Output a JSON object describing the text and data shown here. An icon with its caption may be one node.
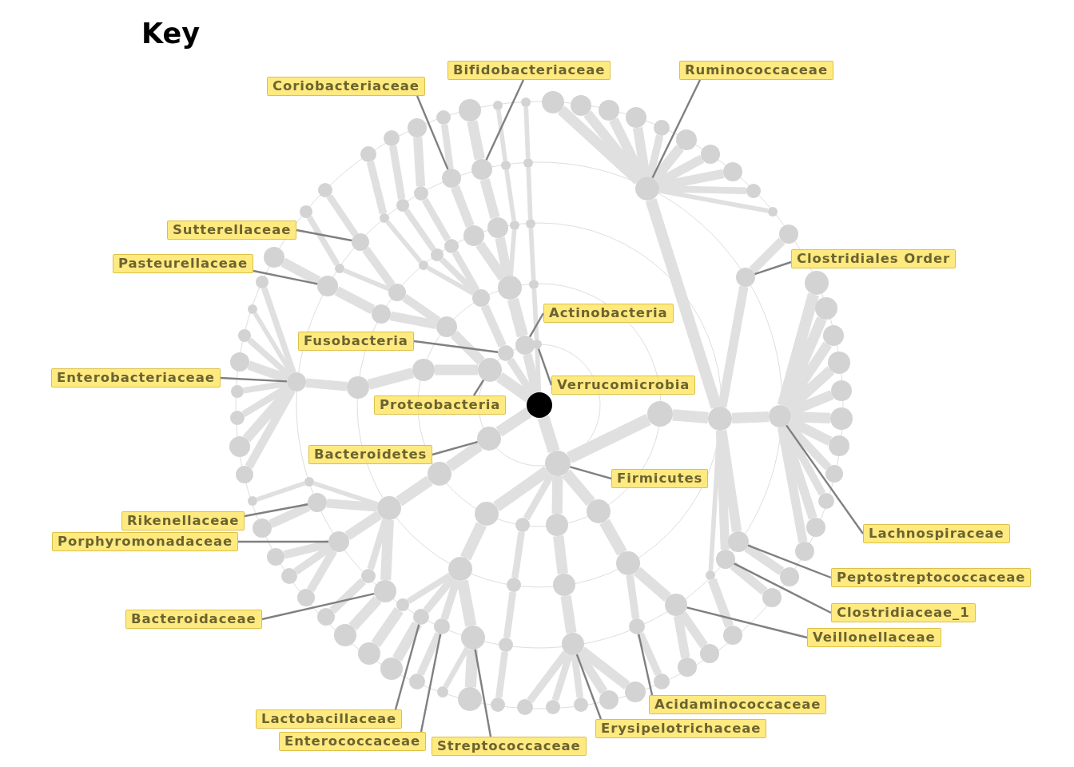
{
  "diagram": {
    "title": "Key",
    "nodes": [
      {
        "text": [],
        "shape": "circle"
      },
      {
        "text": [],
        "shape": "circle"
      },
      {
        "text": [],
        "shape": "circle"
      },
      {
        "text": [],
        "shape": "circle"
      },
      {
        "text": [],
        "shape": "circle"
      },
      {
        "text": [],
        "shape": "circle"
      },
      {
        "text": [],
        "shape": "circle"
      },
      {
        "text": [],
        "shape": "circle"
      },
      {
        "text": [],
        "shape": "circle"
      },
      {
        "text": [],
        "shape": "circle"
      },
      {
        "text": [],
        "shape": "circle"
      },
      {
        "text": [],
        "shape": "circle"
      },
      {
        "text": [],
        "shape": "circle"
      },
      {
        "text": [],
        "shape": "circle"
      },
      {
        "text": [],
        "shape": "circle"
      },
      {
        "text": [],
        "shape": "circle"
      },
      {
        "text": [],
        "shape": "circle"
      },
      {
        "text": [],
        "shape": "circle"
      },
      {
        "text": [],
        "shape": "circle"
      },
      {
        "text": [],
        "shape": "circle"
      },
      {
        "text": [],
        "shape": "circle"
      },
      {
        "text": [],
        "shape": "circle"
      },
      {
        "text": [],
        "shape": "circle"
      },
      {
        "text": [],
        "shape": "circle"
      },
      {
        "text": [],
        "shape": "circle"
      },
      {
        "text": [],
        "shape": "circle"
      },
      {
        "text": [],
        "shape": "circle"
      },
      {
        "text": [],
        "shape": "circle"
      },
      {
        "text": [],
        "shape": "circle"
      },
      {
        "text": [],
        "shape": "circle"
      },
      {
        "text": [],
        "shape": "circle"
      },
      {
        "text": [],
        "shape": "circle"
      },
      {
        "text": [],
        "shape": "circle"
      },
      {
        "text": [],
        "shape": "circle"
      },
      {
        "text": [],
        "shape": "circle"
      },
      {
        "text": [],
        "shape": "circle"
      },
      {
        "text": [],
        "shape": "circle"
      },
      {
        "text": [],
        "shape": "circle"
      },
      {
        "text": [],
        "shape": "circle"
      },
      {
        "text": [],
        "shape": "circle"
      },
      {
        "text": [],
        "shape": "circle"
      },
      {
        "text": [],
        "shape": "circle"
      },
      {
        "text": [],
        "shape": "circle"
      },
      {
        "text": [],
        "shape": "circle"
      },
      {
        "text": [],
        "shape": "circle"
      },
      {
        "text": [],
        "shape": "circle"
      },
      {
        "text": [],
        "shape": "circle"
      },
      {
        "text": [],
        "shape": "circle"
      },
      {
        "text": [],
        "shape": "circle"
      },
      {
        "text": [],
        "shape": "circle"
      },
      {
        "text": [],
        "shape": "circle"
      },
      {
        "text": [],
        "shape": "circle"
      },
      {
        "text": [],
        "shape": "circle"
      },
      {
        "text": [],
        "shape": "circle"
      },
      {
        "text": [],
        "shape": "circle"
      },
      {
        "text": [],
        "shape": "circle"
      },
      {
        "text": [],
        "shape": "circle"
      },
      {
        "text": [],
        "shape": "circle"
      },
      {
        "text": [],
        "shape": "circle"
      },
      {
        "text": [],
        "shape": "circle"
      },
      {
        "text": [],
        "shape": "circle"
      },
      {
        "text": [],
        "shape": "circle"
      },
      {
        "text": [],
        "shape": "circle"
      },
      {
        "text": [],
        "shape": "circle"
      },
      {
        "text": [],
        "shape": "circle"
      },
      {
        "text": [],
        "shape": "circle"
      },
      {
        "text": [],
        "shape": "circle"
      },
      {
        "text": [],
        "shape": "circle"
      },
      {
        "text": [],
        "shape": "circle"
      },
      {
        "text": [],
        "shape": "circle"
      },
      {
        "text": [],
        "shape": "circle"
      },
      {
        "text": [],
        "shape": "circle"
      },
      {
        "text": [],
        "shape": "circle"
      },
      {
        "text": [],
        "shape": "circle"
      },
      {
        "text": [],
        "shape": "circle"
      },
      {
        "text": [],
        "shape": "circle"
      },
      {
        "text": [],
        "shape": "circle"
      },
      {
        "text": [],
        "shape": "circle"
      },
      {
        "text": [],
        "shape": "circle"
      },
      {
        "text": [],
        "shape": "circle"
      },
      {
        "text": [],
        "shape": "circle"
      },
      {
        "text": [],
        "shape": "circle"
      },
      {
        "text": [],
        "shape": "circle"
      },
      {
        "text": [],
        "shape": "circle"
      },
      {
        "text": [],
        "shape": "circle"
      },
      {
        "text": [],
        "shape": "circle"
      },
      {
        "text": [],
        "shape": "circle"
      },
      {
        "text": [],
        "shape": "circle"
      },
      {
        "text": [],
        "shape": "circle"
      },
      {
        "text": [],
        "shape": "circle"
      },
      {
        "text": [],
        "shape": "circle"
      },
      {
        "text": [],
        "shape": "circle"
      },
      {
        "text": [],
        "shape": "circle"
      },
      {
        "text": [],
        "shape": "circle"
      },
      {
        "text": [],
        "shape": "circle"
      },
      {
        "text": [],
        "shape": "circle"
      },
      {
        "text": [],
        "shape": "circle"
      },
      {
        "text": [],
        "shape": "circle"
      },
      {
        "text": [],
        "shape": "circle"
      },
      {
        "text": [],
        "shape": "circle"
      },
      {
        "text": [],
        "shape": "circle"
      },
      {
        "text": [],
        "shape": "circle"
      },
      {
        "text": [],
        "shape": "circle"
      },
      {
        "text": [],
        "shape": "circle"
      },
      {
        "text": [],
        "shape": "circle"
      },
      {
        "text": [],
        "shape": "circle"
      },
      {
        "text": [],
        "shape": "circle"
      },
      {
        "text": [],
        "shape": "circle"
      },
      {
        "text": [],
        "shape": "circle"
      },
      {
        "text": [],
        "shape": "circle"
      },
      {
        "text": [],
        "shape": "circle"
      },
      {
        "text": [],
        "shape": "circle"
      },
      {
        "text": [],
        "shape": "circle"
      },
      {
        "text": [],
        "shape": "circle"
      },
      {
        "text": [],
        "shape": "circle"
      },
      {
        "text": [],
        "shape": "circle"
      },
      {
        "text": [],
        "shape": "circle"
      },
      {
        "text": [],
        "shape": "circle"
      },
      {
        "text": [],
        "shape": "circle"
      },
      {
        "text": [],
        "shape": "circle"
      },
      {
        "text": [],
        "shape": "circle"
      },
      {
        "text": [],
        "shape": "circle"
      },
      {
        "text": [],
        "shape": "circle"
      },
      {
        "text": [],
        "shape": "circle"
      },
      {
        "text": [],
        "shape": "circle"
      },
      {
        "text": [],
        "shape": "circle"
      },
      {
        "text": [],
        "shape": "circle"
      },
      {
        "text": [],
        "shape": "circle"
      },
      {
        "text": [
          "Bifidobacteriaceae"
        ]
      },
      {
        "text": [
          "Coriobacteriaceae"
        ]
      },
      {
        "text": [
          "Ruminococcaceae"
        ]
      },
      {
        "text": [
          "Sutterellaceae"
        ]
      },
      {
        "text": [
          "Clostridiales Order"
        ]
      },
      {
        "text": [
          "Pasteurellaceae"
        ]
      },
      {
        "text": [
          "Actinobacteria"
        ]
      },
      {
        "text": [
          "Verrucomicrobia"
        ]
      },
      {
        "text": [
          "Fusobacteria"
        ]
      },
      {
        "text": [
          "Proteobacteria"
        ]
      },
      {
        "text": [
          "Enterobacteriaceae"
        ]
      },
      {
        "text": [
          "Lachnospiraceae"
        ]
      },
      {
        "text": [
          "Bacteroidetes"
        ]
      },
      {
        "text": [
          "Firmicutes"
        ]
      },
      {
        "text": [
          "Rikenellaceae"
        ]
      },
      {
        "text": [
          "Peptostreptococcaceae"
        ]
      },
      {
        "text": [
          "Porphyromonadaceae"
        ]
      },
      {
        "text": [
          "Clostridiaceae_1"
        ]
      },
      {
        "text": [
          "Bacteroidaceae"
        ]
      },
      {
        "text": [
          "Veillonellaceae"
        ]
      },
      {
        "text": [
          "Lactobacillaceae"
        ]
      },
      {
        "text": [
          "Acidaminococcaceae"
        ]
      },
      {
        "text": [
          "Enterococcaceae"
        ]
      },
      {
        "text": [
          "Erysipelotrichaceae"
        ]
      },
      {
        "text": [
          "Streptococcaceae"
        ]
      }
    ],
    "edges": [
      {
        "from": 0,
        "to": 1,
        "arrow": "none"
      },
      {
        "from": 1,
        "to": 2,
        "arrow": "none"
      },
      {
        "from": 2,
        "to": 3,
        "arrow": "none"
      },
      {
        "from": 3,
        "to": 4,
        "arrow": "none"
      },
      {
        "from": 4,
        "to": 5,
        "arrow": "none"
      },
      {
        "from": 4,
        "to": 6,
        "arrow": "none"
      },
      {
        "from": 4,
        "to": 7,
        "arrow": "none"
      },
      {
        "from": 4,
        "to": 8,
        "arrow": "none"
      },
      {
        "from": 4,
        "to": 9,
        "arrow": "none"
      },
      {
        "from": 4,
        "to": 10,
        "arrow": "none"
      },
      {
        "from": 4,
        "to": 11,
        "arrow": "none"
      },
      {
        "from": 4,
        "to": 12,
        "arrow": "none"
      },
      {
        "from": 4,
        "to": 13,
        "arrow": "none"
      },
      {
        "from": 4,
        "to": 14,
        "arrow": "none"
      },
      {
        "from": 3,
        "to": 15,
        "arrow": "none"
      },
      {
        "from": 15,
        "to": 16,
        "arrow": "none"
      },
      {
        "from": 3,
        "to": 17,
        "arrow": "none"
      },
      {
        "from": 17,
        "to": 18,
        "arrow": "none"
      },
      {
        "from": 17,
        "to": 19,
        "arrow": "none"
      },
      {
        "from": 17,
        "to": 20,
        "arrow": "none"
      },
      {
        "from": 17,
        "to": 21,
        "arrow": "none"
      },
      {
        "from": 17,
        "to": 22,
        "arrow": "none"
      },
      {
        "from": 17,
        "to": 23,
        "arrow": "none"
      },
      {
        "from": 17,
        "to": 24,
        "arrow": "none"
      },
      {
        "from": 17,
        "to": 25,
        "arrow": "none"
      },
      {
        "from": 17,
        "to": 26,
        "arrow": "none"
      },
      {
        "from": 17,
        "to": 27,
        "arrow": "none"
      },
      {
        "from": 17,
        "to": 28,
        "arrow": "none"
      },
      {
        "from": 3,
        "to": 29,
        "arrow": "none"
      },
      {
        "from": 29,
        "to": 30,
        "arrow": "none"
      },
      {
        "from": 3,
        "to": 31,
        "arrow": "none"
      },
      {
        "from": 31,
        "to": 32,
        "arrow": "none"
      },
      {
        "from": 3,
        "to": 33,
        "arrow": "none"
      },
      {
        "from": 33,
        "to": 34,
        "arrow": "none"
      },
      {
        "from": 1,
        "to": 35,
        "arrow": "none"
      },
      {
        "from": 35,
        "to": 36,
        "arrow": "none"
      },
      {
        "from": 36,
        "to": 37,
        "arrow": "none"
      },
      {
        "from": 37,
        "to": 38,
        "arrow": "none"
      },
      {
        "from": 37,
        "to": 39,
        "arrow": "none"
      },
      {
        "from": 36,
        "to": 40,
        "arrow": "none"
      },
      {
        "from": 40,
        "to": 41,
        "arrow": "none"
      },
      {
        "from": 1,
        "to": 42,
        "arrow": "none"
      },
      {
        "from": 42,
        "to": 43,
        "arrow": "none"
      },
      {
        "from": 43,
        "to": 44,
        "arrow": "none"
      },
      {
        "from": 44,
        "to": 45,
        "arrow": "none"
      },
      {
        "from": 44,
        "to": 46,
        "arrow": "none"
      },
      {
        "from": 44,
        "to": 47,
        "arrow": "none"
      },
      {
        "from": 44,
        "to": 48,
        "arrow": "none"
      },
      {
        "from": 44,
        "to": 49,
        "arrow": "none"
      },
      {
        "from": 1,
        "to": 50,
        "arrow": "none"
      },
      {
        "from": 50,
        "to": 51,
        "arrow": "none"
      },
      {
        "from": 51,
        "to": 52,
        "arrow": "none"
      },
      {
        "from": 52,
        "to": 53,
        "arrow": "none"
      },
      {
        "from": 1,
        "to": 54,
        "arrow": "none"
      },
      {
        "from": 54,
        "to": 55,
        "arrow": "none"
      },
      {
        "from": 55,
        "to": 56,
        "arrow": "none"
      },
      {
        "from": 56,
        "to": 57,
        "arrow": "none"
      },
      {
        "from": 55,
        "to": 58,
        "arrow": "none"
      },
      {
        "from": 58,
        "to": 59,
        "arrow": "none"
      },
      {
        "from": 55,
        "to": 60,
        "arrow": "none"
      },
      {
        "from": 60,
        "to": 61,
        "arrow": "none"
      },
      {
        "from": 55,
        "to": 62,
        "arrow": "none"
      },
      {
        "from": 62,
        "to": 63,
        "arrow": "none"
      },
      {
        "from": 62,
        "to": 64,
        "arrow": "none"
      },
      {
        "from": 0,
        "to": 65,
        "arrow": "none"
      },
      {
        "from": 65,
        "to": 66,
        "arrow": "none"
      },
      {
        "from": 66,
        "to": 67,
        "arrow": "none"
      },
      {
        "from": 67,
        "to": 68,
        "arrow": "none"
      },
      {
        "from": 68,
        "to": 69,
        "arrow": "none"
      },
      {
        "from": 67,
        "to": 70,
        "arrow": "none"
      },
      {
        "from": 70,
        "to": 71,
        "arrow": "none"
      },
      {
        "from": 67,
        "to": 72,
        "arrow": "none"
      },
      {
        "from": 72,
        "to": 73,
        "arrow": "none"
      },
      {
        "from": 72,
        "to": 74,
        "arrow": "none"
      },
      {
        "from": 72,
        "to": 75,
        "arrow": "none"
      },
      {
        "from": 67,
        "to": 76,
        "arrow": "none"
      },
      {
        "from": 76,
        "to": 77,
        "arrow": "none"
      },
      {
        "from": 67,
        "to": 78,
        "arrow": "none"
      },
      {
        "from": 78,
        "to": 79,
        "arrow": "none"
      },
      {
        "from": 0,
        "to": 80,
        "arrow": "none"
      },
      {
        "from": 80,
        "to": 81,
        "arrow": "none"
      },
      {
        "from": 81,
        "to": 82,
        "arrow": "none"
      },
      {
        "from": 82,
        "to": 83,
        "arrow": "none"
      },
      {
        "from": 83,
        "to": 84,
        "arrow": "none"
      },
      {
        "from": 83,
        "to": 85,
        "arrow": "none"
      },
      {
        "from": 83,
        "to": 86,
        "arrow": "none"
      },
      {
        "from": 83,
        "to": 87,
        "arrow": "none"
      },
      {
        "from": 83,
        "to": 88,
        "arrow": "none"
      },
      {
        "from": 83,
        "to": 89,
        "arrow": "none"
      },
      {
        "from": 83,
        "to": 90,
        "arrow": "none"
      },
      {
        "from": 83,
        "to": 91,
        "arrow": "none"
      },
      {
        "from": 127,
        "to": 92,
        "arrow": "none"
      },
      {
        "from": 92,
        "to": 93,
        "arrow": "none"
      },
      {
        "from": 93,
        "to": 94,
        "arrow": "none"
      },
      {
        "from": 127,
        "to": 95,
        "arrow": "none"
      },
      {
        "from": 95,
        "to": 96,
        "arrow": "none"
      },
      {
        "from": 96,
        "to": 97,
        "arrow": "none"
      },
      {
        "from": 95,
        "to": 98,
        "arrow": "none"
      },
      {
        "from": 98,
        "to": 99,
        "arrow": "none"
      },
      {
        "from": 0,
        "to": 100,
        "arrow": "none"
      },
      {
        "from": 100,
        "to": 101,
        "arrow": "none"
      },
      {
        "from": 101,
        "to": 102,
        "arrow": "none"
      },
      {
        "from": 102,
        "to": 103,
        "arrow": "none"
      },
      {
        "from": 103,
        "to": 104,
        "arrow": "none"
      },
      {
        "from": 101,
        "to": 105,
        "arrow": "none"
      },
      {
        "from": 105,
        "to": 106,
        "arrow": "none"
      },
      {
        "from": 106,
        "to": 107,
        "arrow": "none"
      },
      {
        "from": 101,
        "to": 108,
        "arrow": "none"
      },
      {
        "from": 108,
        "to": 109,
        "arrow": "none"
      },
      {
        "from": 109,
        "to": 110,
        "arrow": "none"
      },
      {
        "from": 0,
        "to": 111,
        "arrow": "none"
      },
      {
        "from": 111,
        "to": 112,
        "arrow": "none"
      },
      {
        "from": 112,
        "to": 113,
        "arrow": "none"
      },
      {
        "from": 113,
        "to": 114,
        "arrow": "none"
      },
      {
        "from": 114,
        "to": 115,
        "arrow": "none"
      },
      {
        "from": 112,
        "to": 116,
        "arrow": "none"
      },
      {
        "from": 116,
        "to": 117,
        "arrow": "none"
      },
      {
        "from": 117,
        "to": 118,
        "arrow": "none"
      },
      {
        "from": 112,
        "to": 119,
        "arrow": "none"
      },
      {
        "from": 119,
        "to": 120,
        "arrow": "none"
      },
      {
        "from": 120,
        "to": 121,
        "arrow": "none"
      },
      {
        "from": 0,
        "to": 122,
        "arrow": "none"
      },
      {
        "from": 122,
        "to": 123,
        "arrow": "none"
      },
      {
        "from": 123,
        "to": 124,
        "arrow": "none"
      },
      {
        "from": 124,
        "to": 125,
        "arrow": "none"
      },
      {
        "from": 125,
        "to": 126,
        "arrow": "none"
      },
      {
        "from": 80,
        "to": 127,
        "arrow": "none"
      },
      {
        "from": 128,
        "to": 114,
        "arrow": "none",
        "color": "#808080"
      },
      {
        "from": 129,
        "to": 120,
        "arrow": "none",
        "color": "#808080"
      },
      {
        "from": 130,
        "to": 4,
        "arrow": "none",
        "color": "#808080"
      },
      {
        "from": 131,
        "to": 96,
        "arrow": "none",
        "color": "#808080"
      },
      {
        "from": 132,
        "to": 15,
        "arrow": "none",
        "color": "#808080"
      },
      {
        "from": 133,
        "to": 93,
        "arrow": "none",
        "color": "#808080"
      },
      {
        "from": 134,
        "to": 111,
        "arrow": "none",
        "color": "#808080"
      },
      {
        "from": 135,
        "to": 122,
        "arrow": "none",
        "color": "#808080"
      },
      {
        "from": 136,
        "to": 100,
        "arrow": "none",
        "color": "#808080"
      },
      {
        "from": 137,
        "to": 80,
        "arrow": "none",
        "color": "#808080"
      },
      {
        "from": 138,
        "to": 83,
        "arrow": "none",
        "color": "#808080"
      },
      {
        "from": 139,
        "to": 17,
        "arrow": "none",
        "color": "#808080"
      },
      {
        "from": 140,
        "to": 65,
        "arrow": "none",
        "color": "#808080"
      },
      {
        "from": 141,
        "to": 1,
        "arrow": "none",
        "color": "#808080"
      },
      {
        "from": 142,
        "to": 70,
        "arrow": "none",
        "color": "#808080"
      },
      {
        "from": 143,
        "to": 29,
        "arrow": "none",
        "color": "#808080"
      },
      {
        "from": 144,
        "to": 72,
        "arrow": "none",
        "color": "#808080"
      },
      {
        "from": 145,
        "to": 31,
        "arrow": "none",
        "color": "#808080"
      },
      {
        "from": 146,
        "to": 78,
        "arrow": "none",
        "color": "#808080"
      },
      {
        "from": 147,
        "to": 37,
        "arrow": "none",
        "color": "#808080"
      },
      {
        "from": 148,
        "to": 58,
        "arrow": "none",
        "color": "#808080"
      },
      {
        "from": 149,
        "to": 40,
        "arrow": "none",
        "color": "#808080"
      },
      {
        "from": 150,
        "to": 60,
        "arrow": "none",
        "color": "#808080"
      },
      {
        "from": 151,
        "to": 44,
        "arrow": "none",
        "color": "#808080"
      },
      {
        "from": 152,
        "to": 62,
        "arrow": "none",
        "color": "#808080"
      }
    ]
  }
}
